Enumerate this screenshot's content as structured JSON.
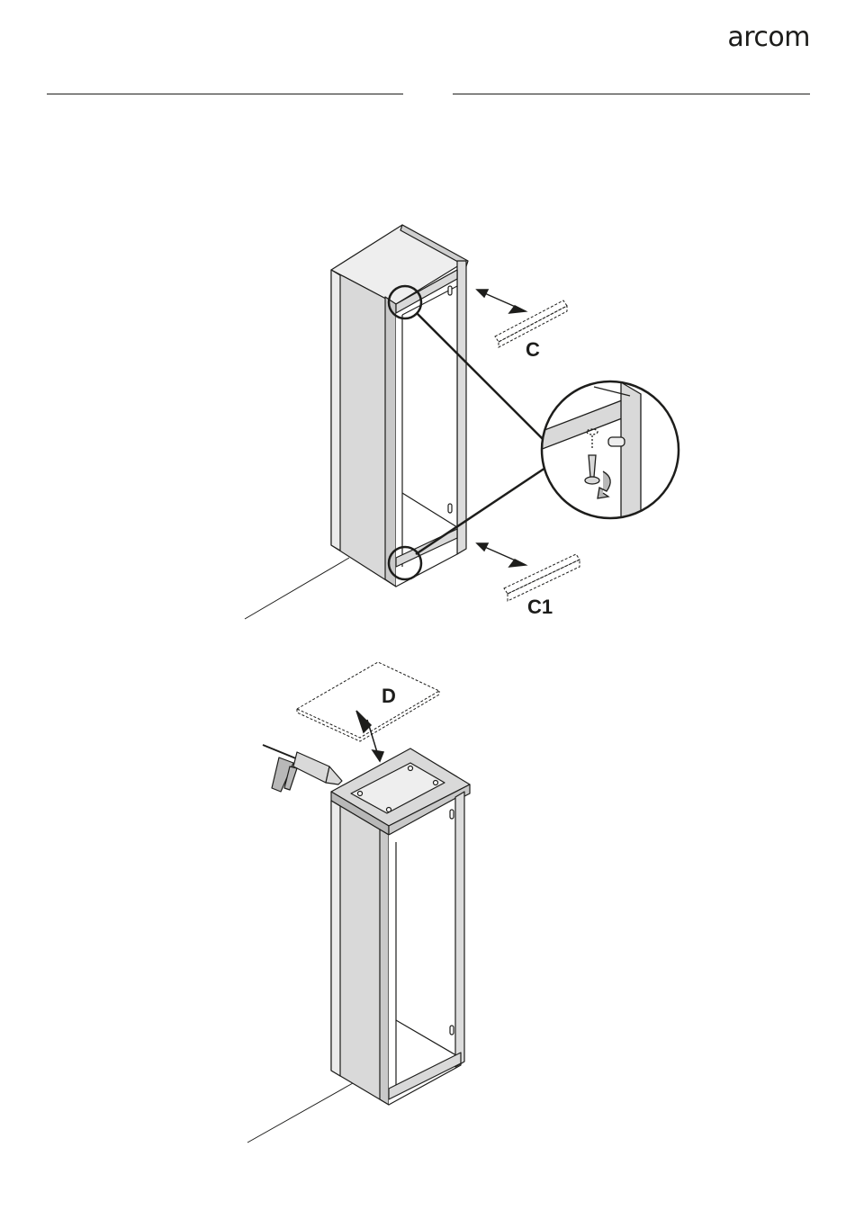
{
  "header": {
    "brand": "arcom"
  },
  "step_top": {
    "part_label_1": "C",
    "part_label_2": "C1"
  },
  "step_bottom": {
    "part_label": "D"
  },
  "icons": [
    "screw-icon",
    "rotate-arrow-icon",
    "caulk-gun-icon",
    "insert-arrow-icon"
  ],
  "colors": {
    "line": "#1d1d1b",
    "panel": "#d9d9d9",
    "panel_dark": "#b8b8b8"
  }
}
